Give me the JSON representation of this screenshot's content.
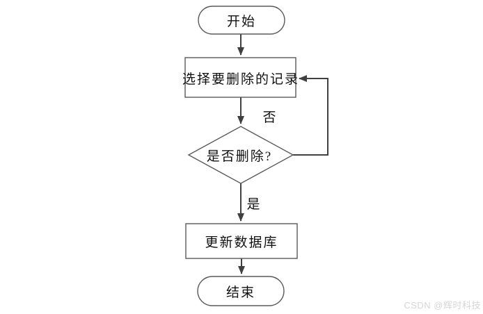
{
  "diagram": {
    "type": "flowchart",
    "background_color": "#ffffff",
    "colors": {
      "shape_border": "#595959",
      "shape_fill": "#ffffff",
      "connector": "#404040",
      "text": "#111111",
      "watermark": "#d6d6d6"
    },
    "nodes": {
      "start": {
        "shape": "stadium",
        "label": "开始"
      },
      "select": {
        "shape": "rectangle",
        "label": "选择要删除的记录"
      },
      "decision": {
        "shape": "diamond",
        "label": "是否删除?"
      },
      "update": {
        "shape": "rectangle",
        "label": "更新数据库"
      },
      "end": {
        "shape": "stadium",
        "label": "结束"
      }
    },
    "edges": [
      {
        "from": "start",
        "to": "select",
        "label": ""
      },
      {
        "from": "select",
        "to": "decision",
        "label": ""
      },
      {
        "from": "decision",
        "to": "select",
        "label": "否",
        "route": "right-side-loop"
      },
      {
        "from": "decision",
        "to": "update",
        "label": "是"
      },
      {
        "from": "update",
        "to": "end",
        "label": ""
      }
    ],
    "branch_labels": {
      "no": "否",
      "yes": "是"
    },
    "watermark": {
      "text": "CSDN @辉时科技"
    }
  }
}
